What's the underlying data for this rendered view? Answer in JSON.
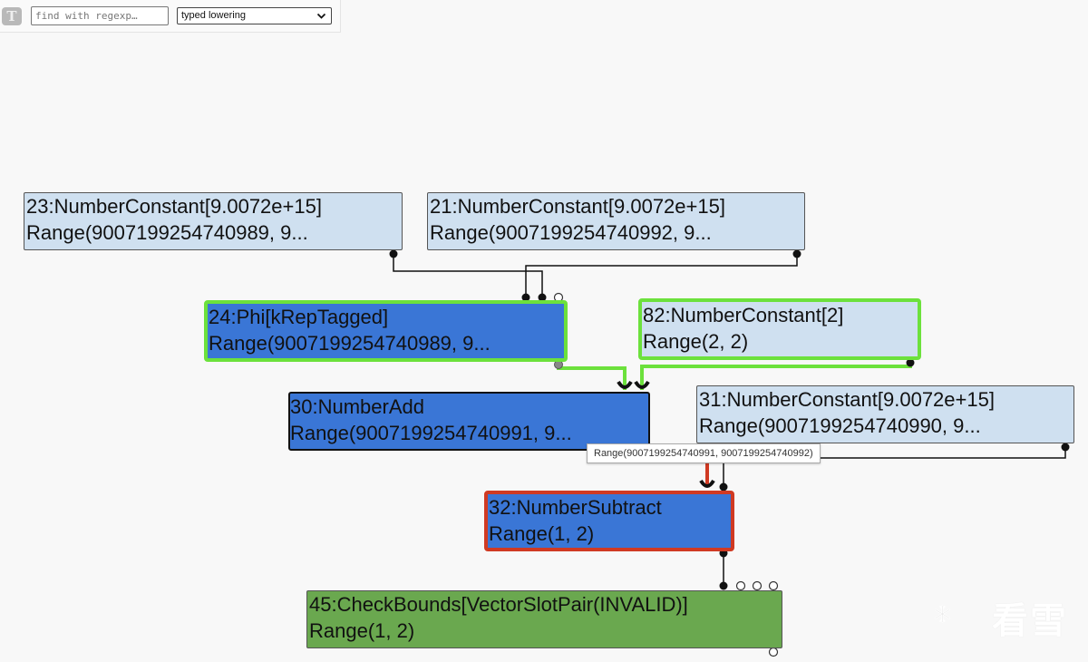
{
  "toolbar": {
    "toggle_label": "T",
    "search_placeholder": "find with regexp…",
    "phase_selected": "typed lowering"
  },
  "nodes": {
    "n23": {
      "line1": "23:NumberConstant[9.0072e+15]",
      "line2": "Range(9007199254740989, 9..."
    },
    "n21": {
      "line1": "21:NumberConstant[9.0072e+15]",
      "line2": "Range(9007199254740992, 9..."
    },
    "n24": {
      "line1": "24:Phi[kRepTagged]",
      "line2": "Range(9007199254740989, 9..."
    },
    "n82": {
      "line1": "82:NumberConstant[2]",
      "line2": "Range(2, 2)"
    },
    "n30": {
      "line1": "30:NumberAdd",
      "line2": "Range(9007199254740991, 9..."
    },
    "n31": {
      "line1": "31:NumberConstant[9.0072e+15]",
      "line2": "Range(9007199254740990, 9..."
    },
    "n32": {
      "line1": "32:NumberSubtract",
      "line2": "Range(1, 2)"
    },
    "n45": {
      "line1": "45:CheckBounds[VectorSlotPair(INVALID)]",
      "line2": "Range(1, 2)"
    }
  },
  "tooltip": "Range(9007199254740991, 9007199254740992)",
  "watermark": "看雪",
  "colors": {
    "node_light": "#cfe0f0",
    "node_selected": "#3a76d6",
    "node_check": "#6aa84f",
    "highlight_green": "#6ce13c",
    "highlight_red": "#d03a23"
  }
}
